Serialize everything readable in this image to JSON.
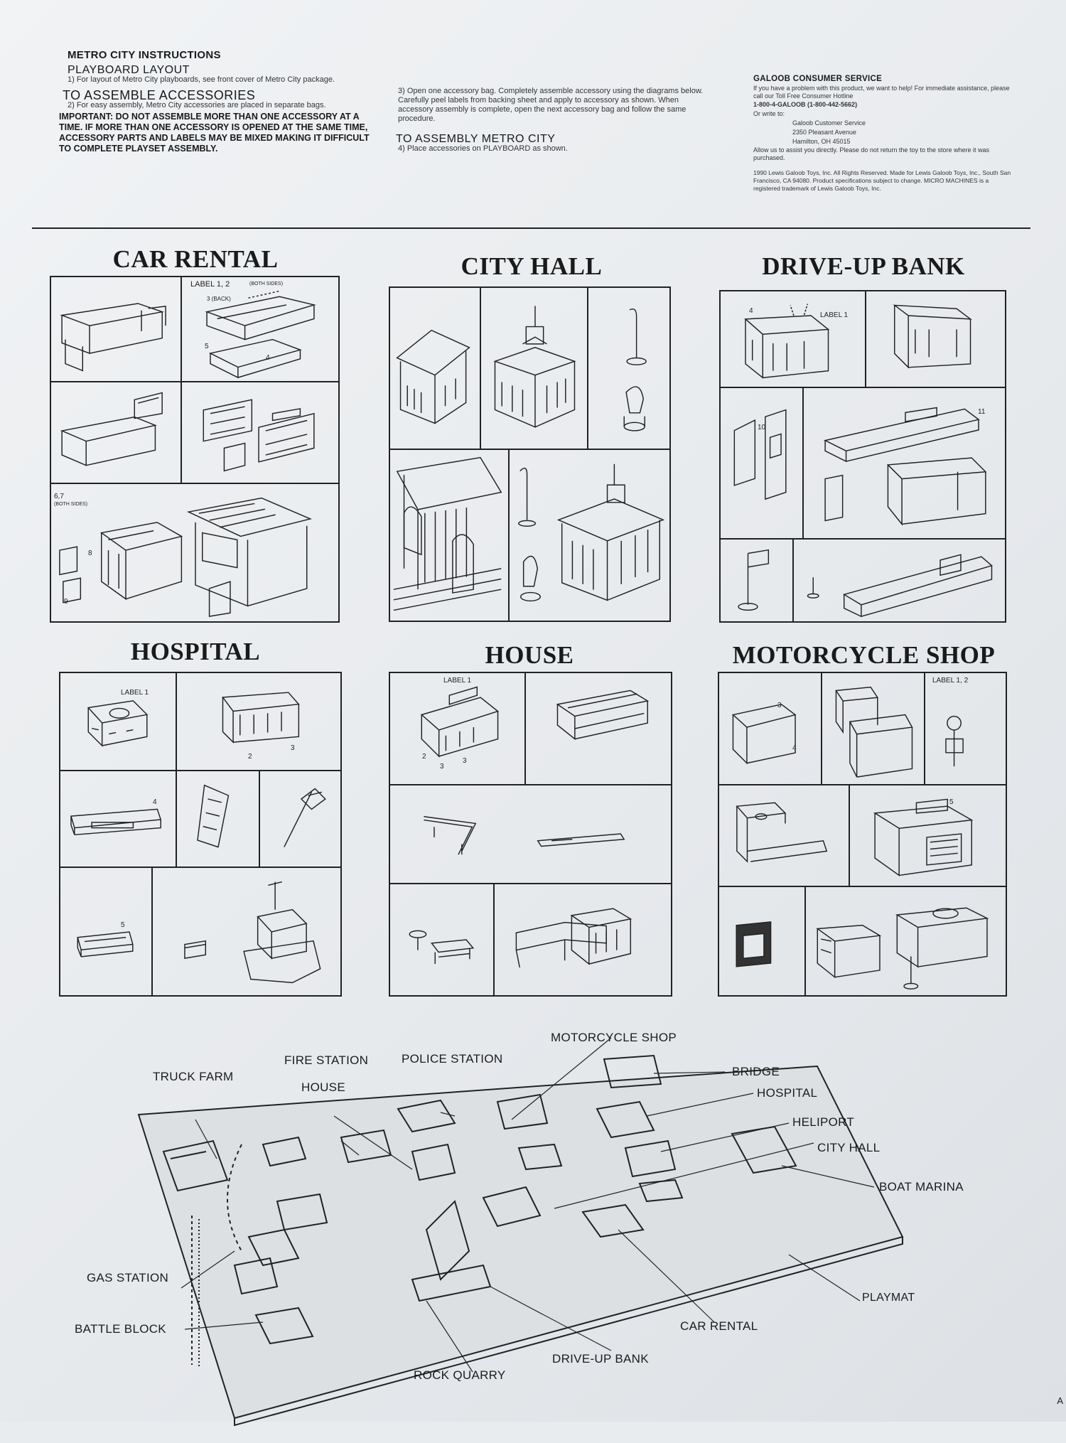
{
  "header": {
    "title": "METRO CITY INSTRUCTIONS",
    "playboard_heading": "PLAYBOARD LAYOUT",
    "step1": "1) For layout of Metro City playboards, see front cover of Metro City package.",
    "assemble_heading": "TO ASSEMBLE ACCESSORIES",
    "step2": "2) For easy assembly, Metro City accessories are placed in separate bags.",
    "important": "IMPORTANT: DO NOT ASSEMBLE MORE THAN ONE ACCESSORY AT A TIME. IF MORE THAN ONE ACCESSORY IS OPENED AT THE SAME TIME, ACCESSORY PARTS AND LABELS MAY BE MIXED MAKING IT DIFFICULT TO COMPLETE PLAYSET ASSEMBLY.",
    "step3": "3) Open one accessory bag. Completely assemble accessory using the diagrams below. Carefully peel labels from backing sheet and apply to accessory as shown. When accessory assembly is complete, open the next accessory bag and follow the same procedure.",
    "assembly_heading": "TO ASSEMBLY METRO CITY",
    "step4": "4) Place accessories on PLAYBOARD as shown.",
    "consumer_heading": "GALOOB CONSUMER SERVICE",
    "consumer_text": "If you have a problem with this product, we want to help! For immediate assistance, please call our Toll Free Consumer Hotline",
    "hotline": "1-800-4-GALOOB (1-800-442-5662)",
    "write_to": "Or write to:",
    "address_1": "Galoob Customer Service",
    "address_2": "2350 Pleasant Avenue",
    "address_3": "Hamilton, OH 45015",
    "allow_text": "Allow us to assist you directly. Please do not return the toy to the store where it was purchased.",
    "copyright": "1990 Lewis Galoob Toys, Inc. All Rights Reserved. Made for Lewis Galoob Toys, Inc., South San Francisco, CA 94080. Product specifications subject to change. MICRO MACHINES is a registered trademark of Lewis Galoob Toys, Inc."
  },
  "sections": {
    "car_rental": "CAR RENTAL",
    "city_hall": "CITY HALL",
    "drive_up_bank": "DRIVE-UP BANK",
    "hospital": "HOSPITAL",
    "house": "HOUSE",
    "motorcycle_shop": "MOTORCYCLE SHOP"
  },
  "part_labels": {
    "car_label_12": "LABEL 1, 2",
    "car_both_sides": "(BOTH SIDES)",
    "car_back": "3 (BACK)",
    "car_n4": "4",
    "car_n5": "5",
    "car_67": "6,7",
    "car_67_sides": "(BOTH SIDES)",
    "car_n8": "8",
    "car_n9": "9",
    "bank_label1": "LABEL 1",
    "bank_n4": "4",
    "bank_n10": "10",
    "bank_n11": "11",
    "hosp_label1": "LABEL 1",
    "hosp_n2": "2",
    "hosp_n3": "3",
    "hosp_n4": "4",
    "hosp_n5": "5",
    "house_label1": "LABEL 1",
    "house_n2": "2",
    "house_n3a": "3",
    "house_n3b": "3",
    "moto_label12": "LABEL 1, 2",
    "moto_n3": "3",
    "moto_n4": "4",
    "moto_n5": "5"
  },
  "map_labels": {
    "truck_farm": "TRUCK FARM",
    "fire_station": "FIRE STATION",
    "house": "HOUSE",
    "police_station": "POLICE STATION",
    "motorcycle_shop": "MOTORCYCLE SHOP",
    "bridge": "BRIDGE",
    "hospital": "HOSPITAL",
    "heliport": "HELIPORT",
    "city_hall": "CITY HALL",
    "boat_marina": "BOAT MARINA",
    "gas_station": "GAS STATION",
    "battle_block": "BATTLE BLOCK",
    "playmat": "PLAYMAT",
    "car_rental": "CAR RENTAL",
    "drive_up_bank": "DRIVE-UP BANK",
    "rock_quarry": "ROCK QUARRY"
  },
  "page_marker": "A"
}
